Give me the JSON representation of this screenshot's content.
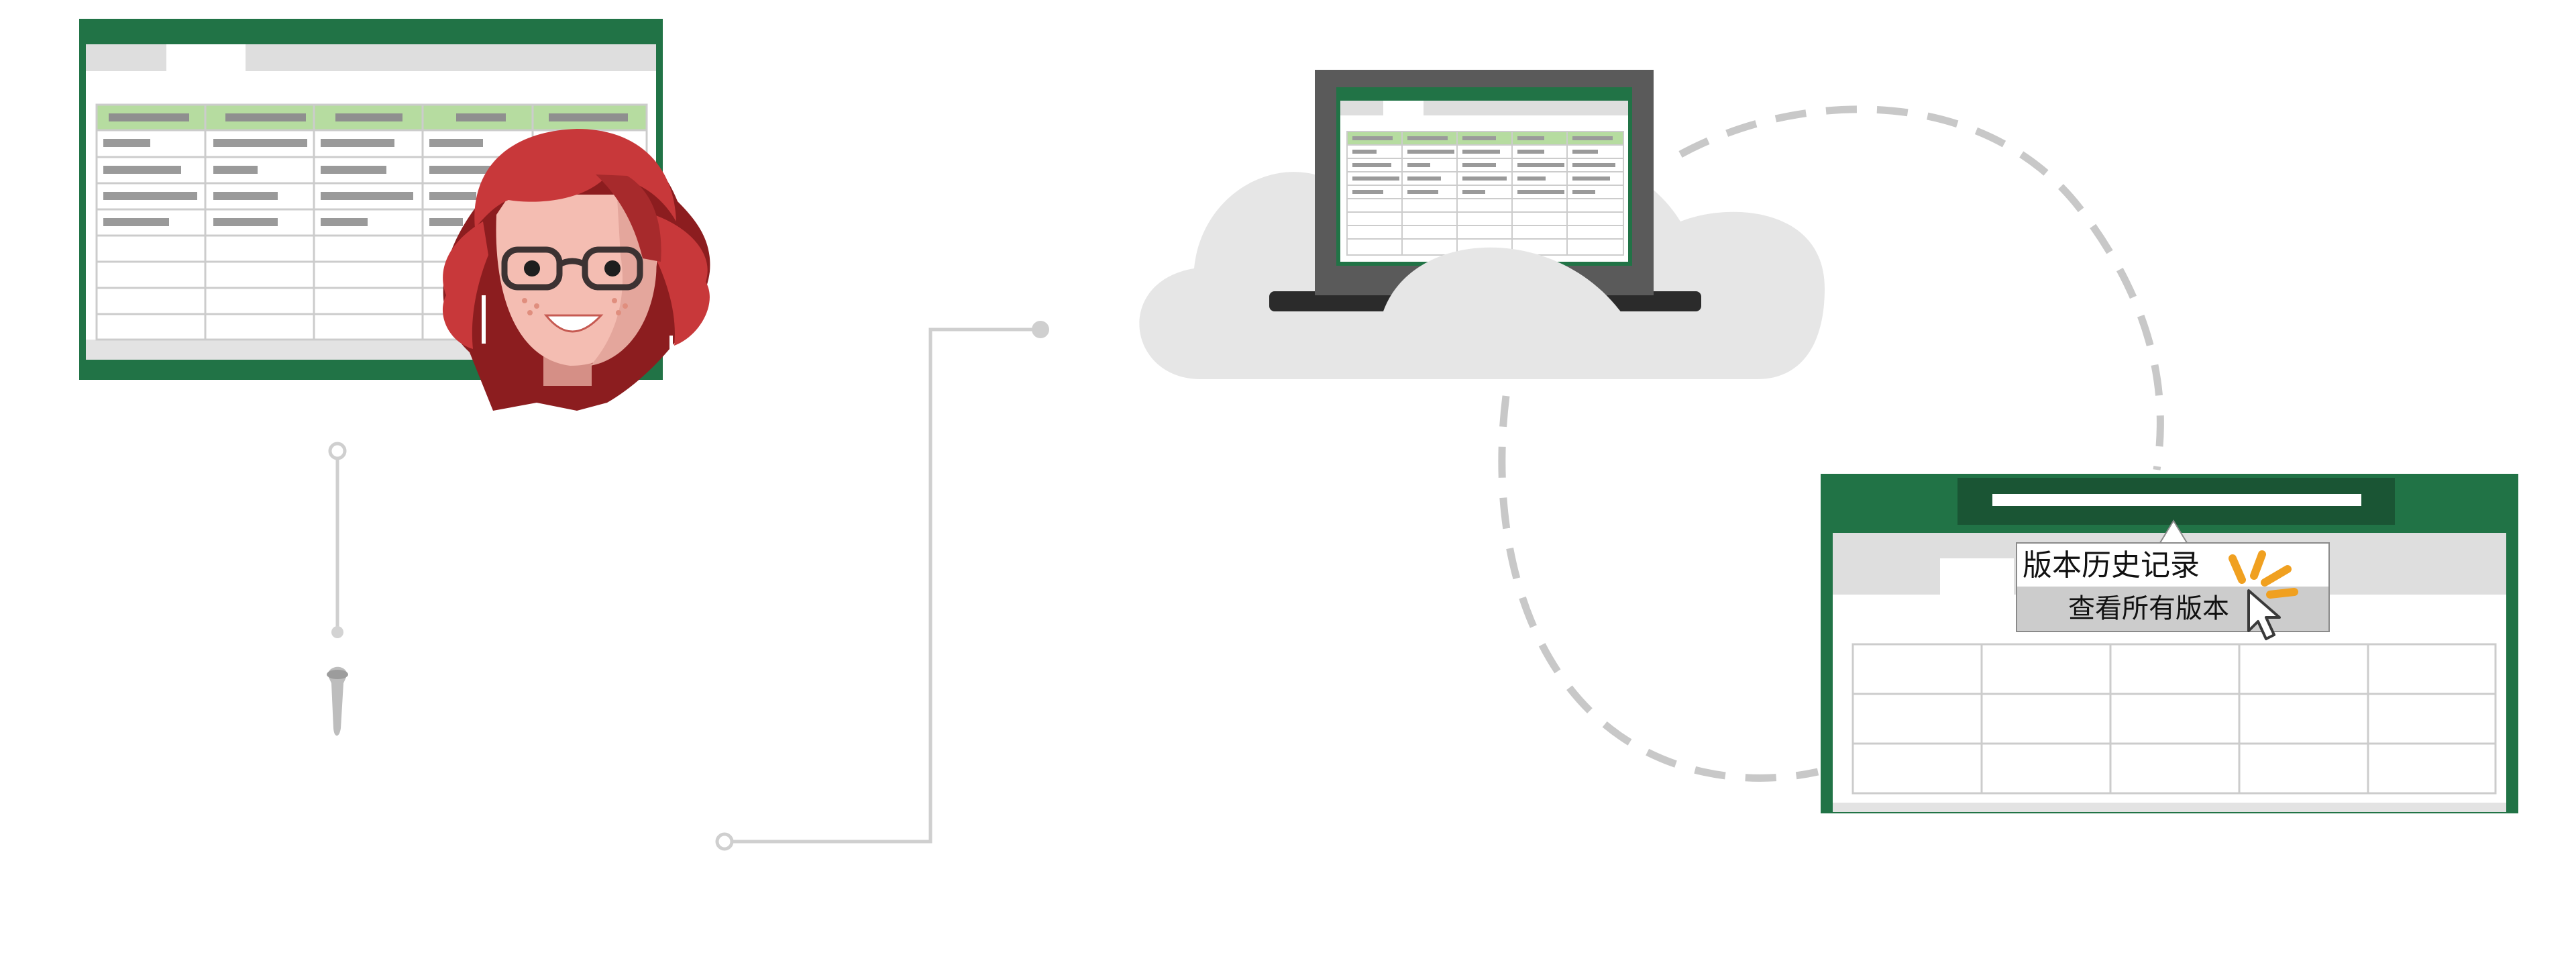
{
  "version_menu": {
    "title": "版本历史记录",
    "item": "查看所有版本"
  },
  "colors": {
    "excel_green": "#217346",
    "excel_dark_green": "#1a5534",
    "header_light_green": "#b6dca0",
    "cloud_gray": "#e6e6e6",
    "laptop_gray": "#5a5a5a",
    "hair_red": "#c8383a",
    "sparkle_orange": "#f0a020",
    "connector_gray": "#cfcfcf",
    "dash_gray": "#c8c8c8"
  },
  "icons": [
    "spreadsheet-icon",
    "avatar-woman",
    "laptop-icon",
    "cloud-icon",
    "cursor-icon",
    "sparkle-icon"
  ]
}
